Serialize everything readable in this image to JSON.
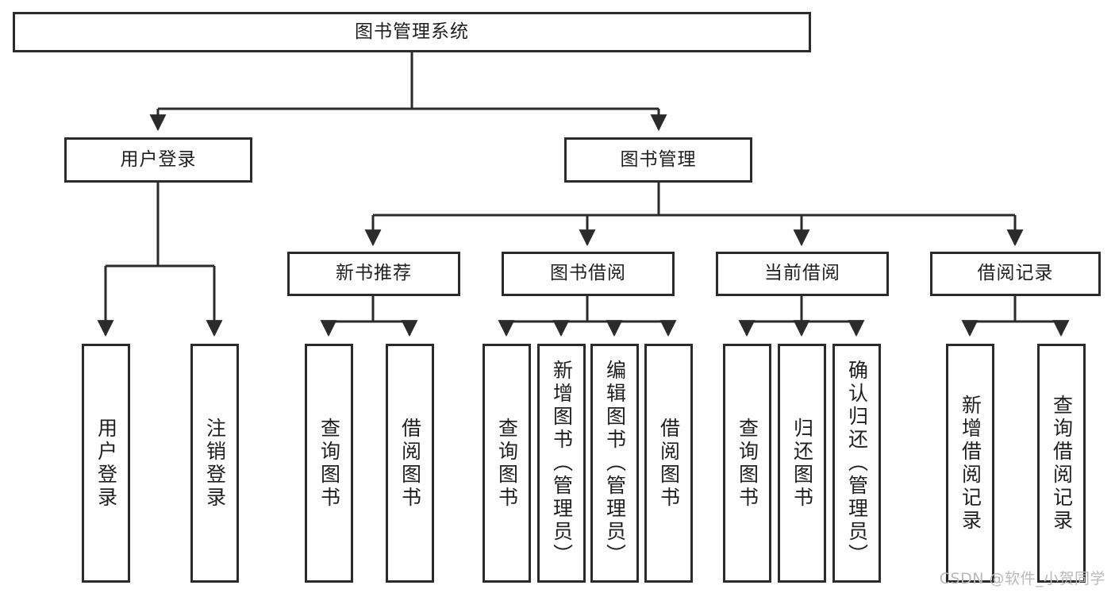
{
  "diagram": {
    "title": "图书管理系统",
    "type": "tree-hierarchy-chart",
    "orientation": "top-down",
    "colors": {
      "box_border": "#2b2b2b",
      "box_fill": "#ffffff",
      "connector": "#2b2b2b",
      "text": "#1f1f1f",
      "background": "#ffffff",
      "watermark": "#b9b9b9"
    }
  },
  "root": {
    "label": "图书管理系统"
  },
  "level2": [
    {
      "label": "用户登录"
    },
    {
      "label": "图书管理"
    }
  ],
  "level3": [
    {
      "label": "新书推荐"
    },
    {
      "label": "图书借阅"
    },
    {
      "label": "当前借阅"
    },
    {
      "label": "借阅记录"
    }
  ],
  "leaves": {
    "user_login": [
      {
        "label": "用户登录"
      },
      {
        "label": "注销登录"
      }
    ],
    "new_book_recommend": [
      {
        "label": "查询图书"
      },
      {
        "label": "借阅图书"
      }
    ],
    "book_borrow": [
      {
        "label": "查询图书"
      },
      {
        "label": "新增图书（管理员）"
      },
      {
        "label": "编辑图书（管理员）"
      },
      {
        "label": "借阅图书"
      }
    ],
    "current_borrow": [
      {
        "label": "查询图书"
      },
      {
        "label": "归还图书"
      },
      {
        "label": "确认归还（管理员）"
      }
    ],
    "borrow_record": [
      {
        "label": "新增借阅记录"
      },
      {
        "label": "查询借阅记录"
      }
    ]
  },
  "watermark": {
    "text": "CSDN @软件_小贺同学"
  }
}
